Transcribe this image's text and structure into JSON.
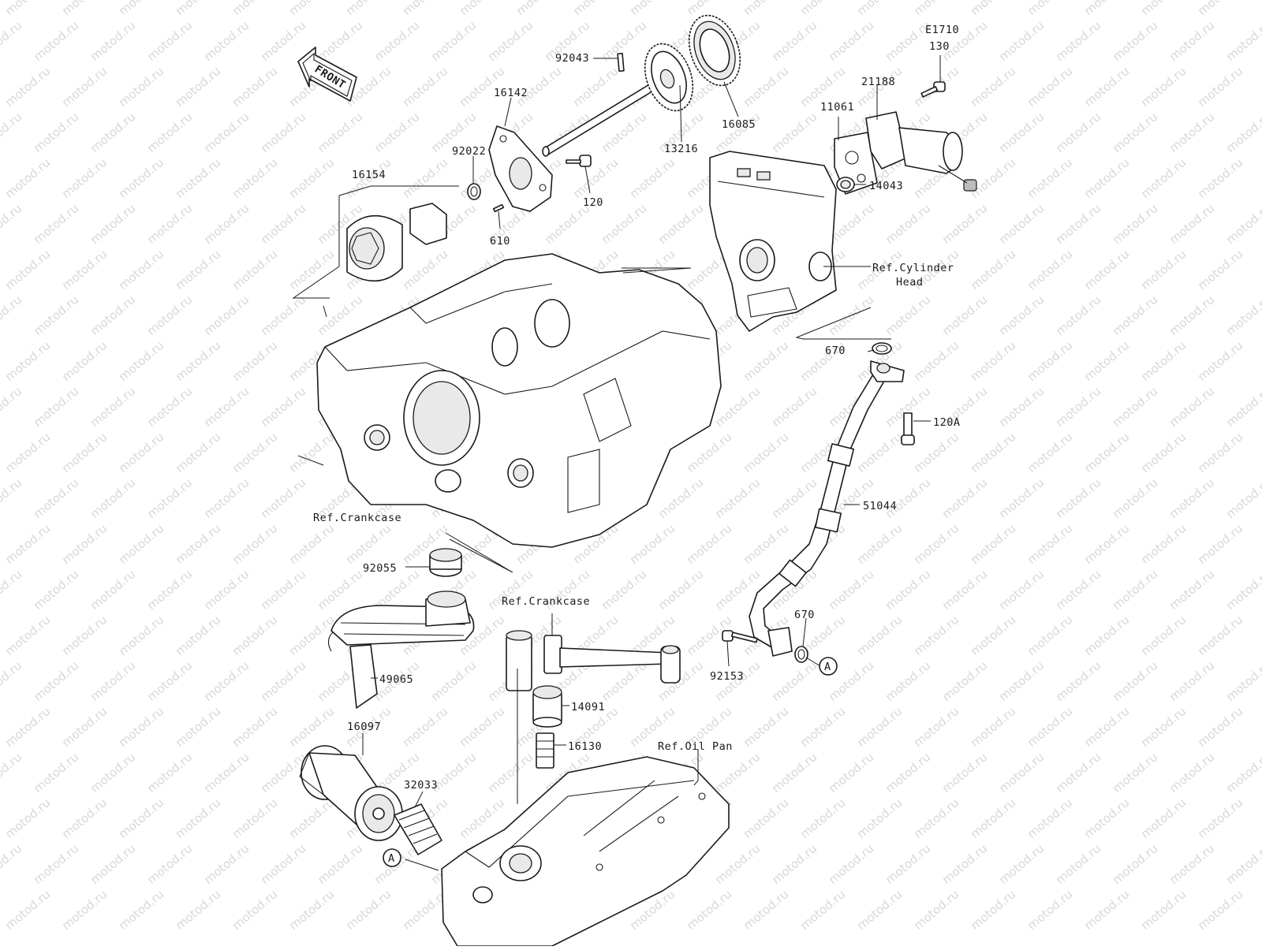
{
  "watermark": {
    "text": "motod.ru",
    "color": "#d8d8d8"
  },
  "front_arrow": {
    "text": "FRONT"
  },
  "parts": [
    {
      "id": "92043",
      "label": "92043"
    },
    {
      "id": "16085",
      "label": "16085"
    },
    {
      "id": "E1710",
      "label": "E1710"
    },
    {
      "id": "130",
      "label": "130"
    },
    {
      "id": "21188",
      "label": "21188"
    },
    {
      "id": "16142",
      "label": "16142"
    },
    {
      "id": "11061",
      "label": "11061"
    },
    {
      "id": "13216",
      "label": "13216"
    },
    {
      "id": "92022",
      "label": "92022"
    },
    {
      "id": "16154",
      "label": "16154"
    },
    {
      "id": "120",
      "label": "120"
    },
    {
      "id": "14043",
      "label": "14043"
    },
    {
      "id": "610",
      "label": "610"
    },
    {
      "id": "ref-cylinder-head",
      "label": "Ref.Cylinder",
      "label2": "Head"
    },
    {
      "id": "670-top",
      "label": "670"
    },
    {
      "id": "120A",
      "label": "120A"
    },
    {
      "id": "ref-crankcase-1",
      "label": "Ref.Crankcase"
    },
    {
      "id": "51044",
      "label": "51044"
    },
    {
      "id": "92055",
      "label": "92055"
    },
    {
      "id": "ref-crankcase-2",
      "label": "Ref.Crankcase"
    },
    {
      "id": "670-bottom",
      "label": "670"
    },
    {
      "id": "92153",
      "label": "92153"
    },
    {
      "id": "callout-a-right",
      "label": "A"
    },
    {
      "id": "49065",
      "label": "49065"
    },
    {
      "id": "14091",
      "label": "14091"
    },
    {
      "id": "16097",
      "label": "16097"
    },
    {
      "id": "16130",
      "label": "16130"
    },
    {
      "id": "ref-oil-pan",
      "label": "Ref.Oil Pan"
    },
    {
      "id": "32033",
      "label": "32033"
    },
    {
      "id": "callout-a-left",
      "label": "A"
    }
  ]
}
